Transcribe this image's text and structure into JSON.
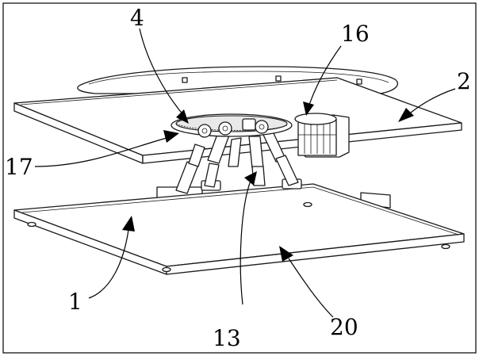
{
  "callouts": [
    {
      "id": "label-1",
      "text": "1"
    },
    {
      "id": "label-2",
      "text": "2"
    },
    {
      "id": "label-4",
      "text": "4"
    },
    {
      "id": "label-13",
      "text": "13"
    },
    {
      "id": "label-16",
      "text": "16"
    },
    {
      "id": "label-17",
      "text": "17"
    },
    {
      "id": "label-20",
      "text": "20"
    }
  ]
}
